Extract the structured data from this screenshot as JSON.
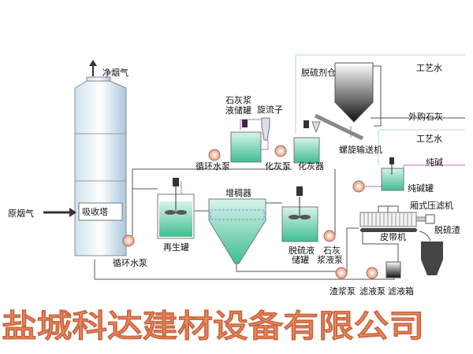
{
  "labels": {
    "clean_gas": "净烟气",
    "raw_gas": "原烟气",
    "absorber": "吸收塔",
    "circ_pump": "循环水泵",
    "circ_pump_top": "循环水泵",
    "regen_tank": "再生罐",
    "thickener": "增稠器",
    "desulf_tank_1": "脱硫液",
    "desulf_tank_2": "储罐",
    "lime_pump_1": "石灰",
    "lime_pump_2": "浆液泵",
    "slurry_pump": "渣浆泵",
    "filtrate_pump": "滤液泵",
    "filtrate_box": "滤液箱",
    "filter_press": "厢式压滤机",
    "belt": "皮带机",
    "residue": "脱硫渣",
    "soda_tank": "纯碱罐",
    "soda": "纯碱",
    "process_water_1": "工艺水",
    "process_water_2": "工艺水",
    "bought_lime": "外购石灰",
    "silo": "脱硫剂仓",
    "conveyor": "螺旋输送机",
    "slaker": "化灰器",
    "cyclone": "旋流子",
    "lime_tank_1": "石灰浆",
    "lime_tank_2": "液储罐",
    "slaker_pump": "化灰泵"
  },
  "watermark": "盐城科达建材设备有限公司",
  "colors": {
    "liquid": "#3fbf8f",
    "pump": "#f0b89a",
    "watermark": "#f08a5d",
    "pipe_purple": "#c46bd6"
  }
}
